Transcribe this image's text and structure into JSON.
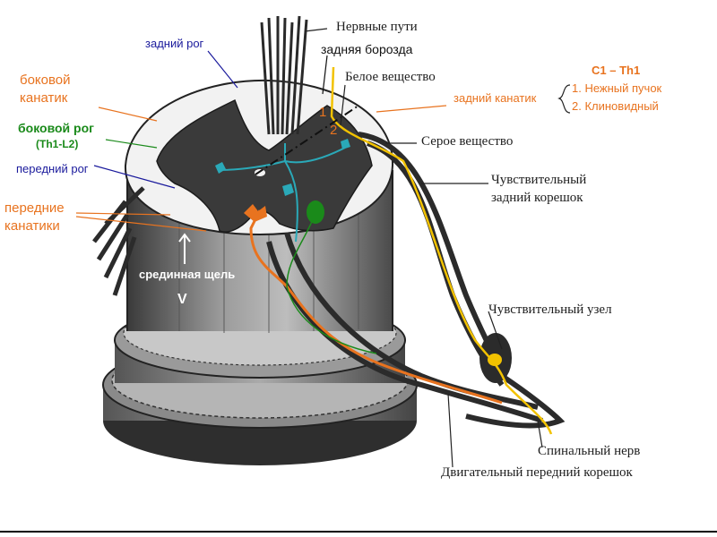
{
  "labels": {
    "nerve_paths": "Нервные пути",
    "posterior_sulcus": "задняя борозда",
    "white_matter": "Белое вещество",
    "gray_matter": "Серое вещество",
    "sensory_root_line1": "Чувствительный",
    "sensory_root_line2": "задний корешок",
    "sensory_ganglion": "Чувствительный узел",
    "spinal_nerve": "Спинальный нерв",
    "motor_root": "Двигательный передний корешок",
    "posterior_horn": "задний рог",
    "lateral_funiculus_line1": "боковой",
    "lateral_funiculus_line2": "канатик",
    "lateral_horn": "боковой рог",
    "lateral_horn_range": "(Th1-L2)",
    "anterior_horn": "передний рог",
    "anterior_funiculi_line1": "передние",
    "anterior_funiculi_line2": "канатики",
    "median_fissure": "срединная щель",
    "median_fissure_arrow": "V",
    "posterior_funiculus": "задний канатик",
    "segment_range": "С1 – Th1",
    "fasciculus_1": "1. Нежный пучок",
    "fasciculus_2": "2. Клиновидный",
    "num_1": "1",
    "num_2": "2"
  },
  "colors": {
    "orange": "#e8731f",
    "blue": "#1a1a9c",
    "green": "#1a8a1a",
    "yellow": "#f2c200",
    "cyan": "#2aa9b8",
    "dark": "#2b2b2b"
  }
}
